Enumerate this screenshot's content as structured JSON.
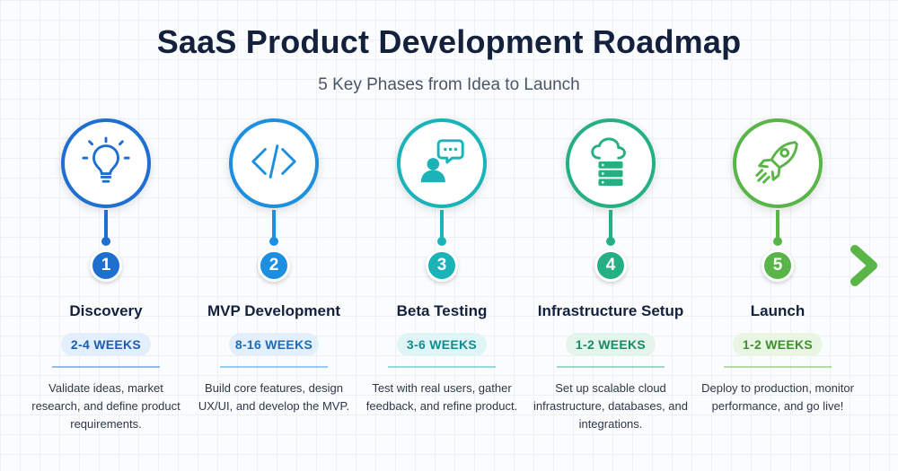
{
  "header": {
    "title": "SaaS Product Development Roadmap",
    "subtitle": "5 Key Phases from Idea to Launch"
  },
  "phases": [
    {
      "number": "1",
      "title": "Discovery",
      "duration": "2-4 WEEKS",
      "description": "Validate ideas, market research, and define product requirements.",
      "icon": "lightbulb-icon",
      "color": "#1e6fd0",
      "badge_bg": "#e3effc",
      "badge_text": "#1e5bb0"
    },
    {
      "number": "2",
      "title": "MVP Development",
      "duration": "8-16 WEEKS",
      "description": "Build core features, design UX/UI, and develop the MVP.",
      "icon": "code-icon",
      "color": "#1d8fe0",
      "badge_bg": "#e3f0fc",
      "badge_text": "#1e6bb8"
    },
    {
      "number": "3",
      "title": "Beta Testing",
      "duration": "3-6 WEEKS",
      "description": "Test with real users, gather feedback, and refine product.",
      "icon": "user-chat-icon",
      "color": "#1ab3b8",
      "badge_bg": "#e0f6f6",
      "badge_text": "#138a8e"
    },
    {
      "number": "4",
      "title": "Infrastructure Setup",
      "duration": "1-2 WEEKS",
      "description": "Set up scalable cloud infrastructure, databases, and integrations.",
      "icon": "cloud-server-icon",
      "color": "#25b083",
      "badge_bg": "#e3f5ec",
      "badge_text": "#1b8a5e"
    },
    {
      "number": "5",
      "title": "Launch",
      "duration": "1-2 WEEKS",
      "description": "Deploy to production, monitor performance, and go live!",
      "icon": "rocket-icon",
      "color": "#5ab548",
      "badge_bg": "#e9f6e4",
      "badge_text": "#3f8f2e"
    }
  ],
  "timeline": {
    "start_color": "#1e6fd0",
    "end_color": "#5ab548"
  }
}
